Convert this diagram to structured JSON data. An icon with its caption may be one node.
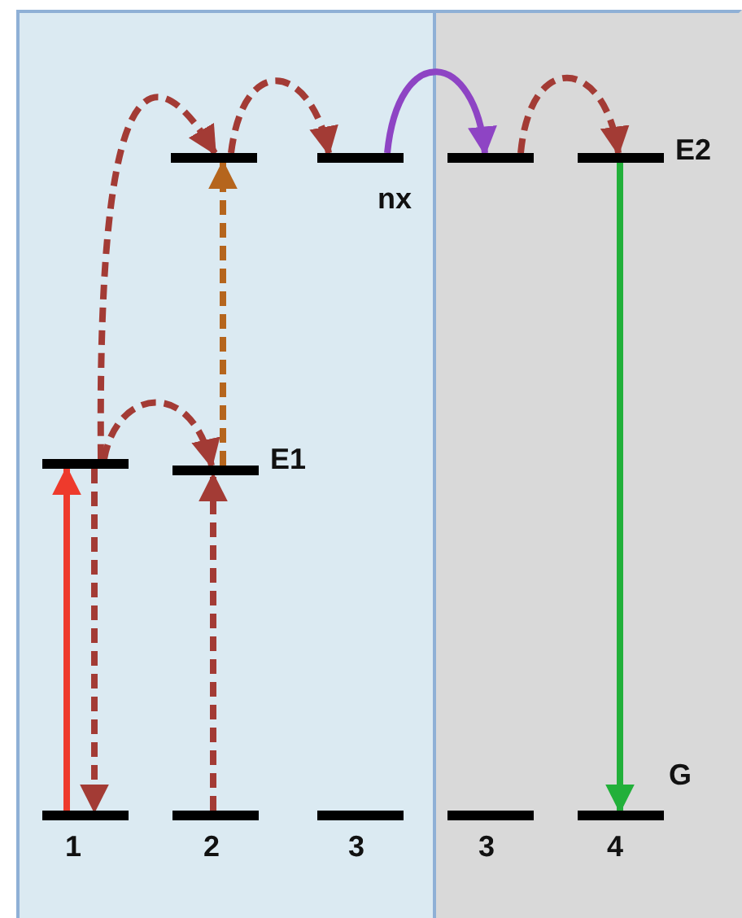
{
  "diagram": {
    "nodes": [
      {
        "text": [],
        "shape": "bar"
      },
      {
        "text": [],
        "shape": "bar"
      },
      {
        "text": [],
        "shape": "bar"
      },
      {
        "text": [],
        "shape": "bar",
        "beside": [
          "E2"
        ]
      },
      {
        "text": [],
        "shape": "bar"
      },
      {
        "text": [],
        "shape": "bar",
        "beside": [
          "E1"
        ]
      },
      {
        "text": [],
        "shape": "bar",
        "beside": [
          "1"
        ]
      },
      {
        "text": [],
        "shape": "bar",
        "beside": [
          "2"
        ]
      },
      {
        "text": [],
        "shape": "bar",
        "beside": [
          "3"
        ]
      },
      {
        "text": [],
        "shape": "bar",
        "beside": [
          "3"
        ]
      },
      {
        "text": [],
        "shape": "bar",
        "beside": [
          "G",
          "4"
        ]
      }
    ],
    "edges": [
      {
        "from": 6,
        "to": 4,
        "arrow": "to",
        "color": "#ee3a2c"
      },
      {
        "from": 4,
        "to": 6,
        "arrow": "to",
        "style": "dashed"
      },
      {
        "from": 4,
        "to": 5,
        "arrow": "to",
        "style": "dashed"
      },
      {
        "from": 4,
        "to": 0,
        "arrow": "to",
        "style": "dashed"
      },
      {
        "from": 7,
        "to": 5,
        "arrow": "to",
        "style": "dashed"
      },
      {
        "from": 5,
        "to": 0,
        "arrow": "to",
        "style": "dashed",
        "color": "#b5651d"
      },
      {
        "from": 0,
        "to": 1,
        "arrow": "to",
        "style": "dashed"
      },
      {
        "from": 1,
        "to": 2,
        "arrow": "to",
        "color": "#8e44c4"
      },
      {
        "from": 2,
        "to": 3,
        "arrow": "to",
        "style": "dashed"
      },
      {
        "from": 3,
        "to": 10,
        "arrow": "to",
        "color": "#22b03a"
      }
    ],
    "labels": [
      "nx"
    ]
  }
}
